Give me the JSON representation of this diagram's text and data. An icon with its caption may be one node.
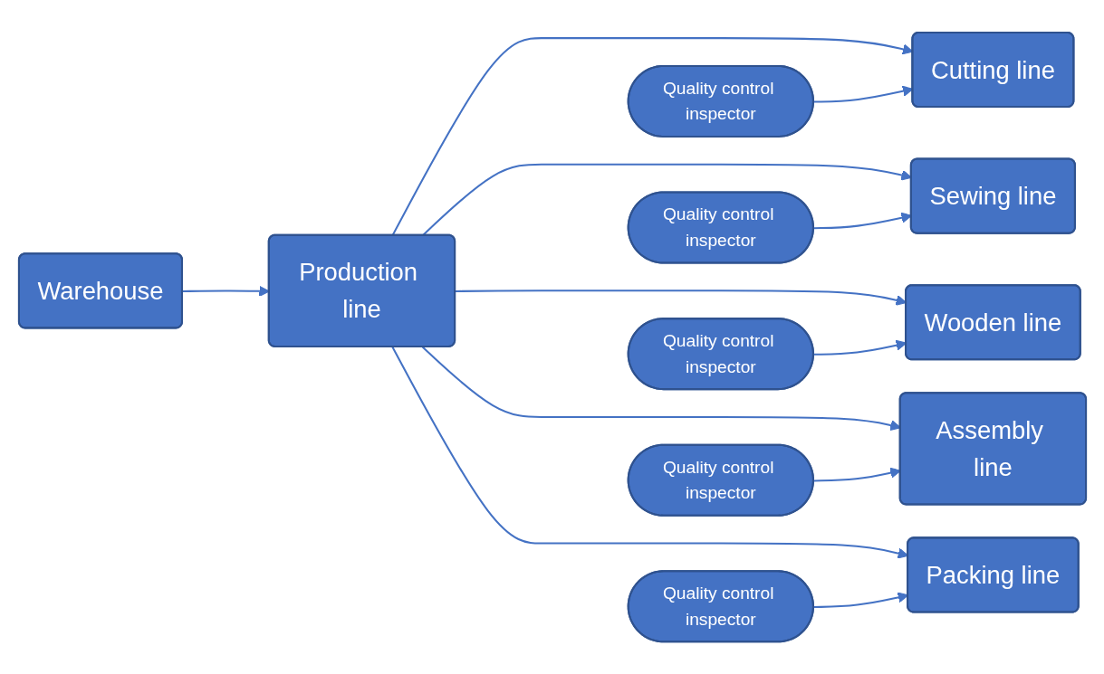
{
  "diagram": {
    "nodes": [
      {
        "text": [
          "Warehouse"
        ]
      },
      {
        "text": [
          "Production line"
        ]
      },
      {
        "text": [
          "Cutting line"
        ]
      },
      {
        "text": [
          "Sewing line"
        ]
      },
      {
        "text": [
          "Wooden line"
        ]
      },
      {
        "text": [
          "Assembly line"
        ]
      },
      {
        "text": [
          "Packing line"
        ]
      },
      {
        "text": [
          "Quality control inspector"
        ]
      },
      {
        "text": [
          "Quality control inspector"
        ]
      },
      {
        "text": [
          "Quality control inspector"
        ]
      },
      {
        "text": [
          "Quality control inspector"
        ]
      },
      {
        "text": [
          "Quality control inspector"
        ]
      }
    ],
    "edges": [
      {
        "from": 0,
        "to": 1,
        "arrow": "to"
      },
      {
        "from": 1,
        "to": 2,
        "arrow": "to"
      },
      {
        "from": 1,
        "to": 3,
        "arrow": "to"
      },
      {
        "from": 1,
        "to": 4,
        "arrow": "to"
      },
      {
        "from": 1,
        "to": 5,
        "arrow": "to"
      },
      {
        "from": 1,
        "to": 6,
        "arrow": "to"
      },
      {
        "from": 7,
        "to": 2,
        "arrow": "to"
      },
      {
        "from": 8,
        "to": 3,
        "arrow": "to"
      },
      {
        "from": 9,
        "to": 4,
        "arrow": "to"
      },
      {
        "from": 10,
        "to": 5,
        "arrow": "to"
      },
      {
        "from": 11,
        "to": 6,
        "arrow": "to"
      }
    ]
  }
}
